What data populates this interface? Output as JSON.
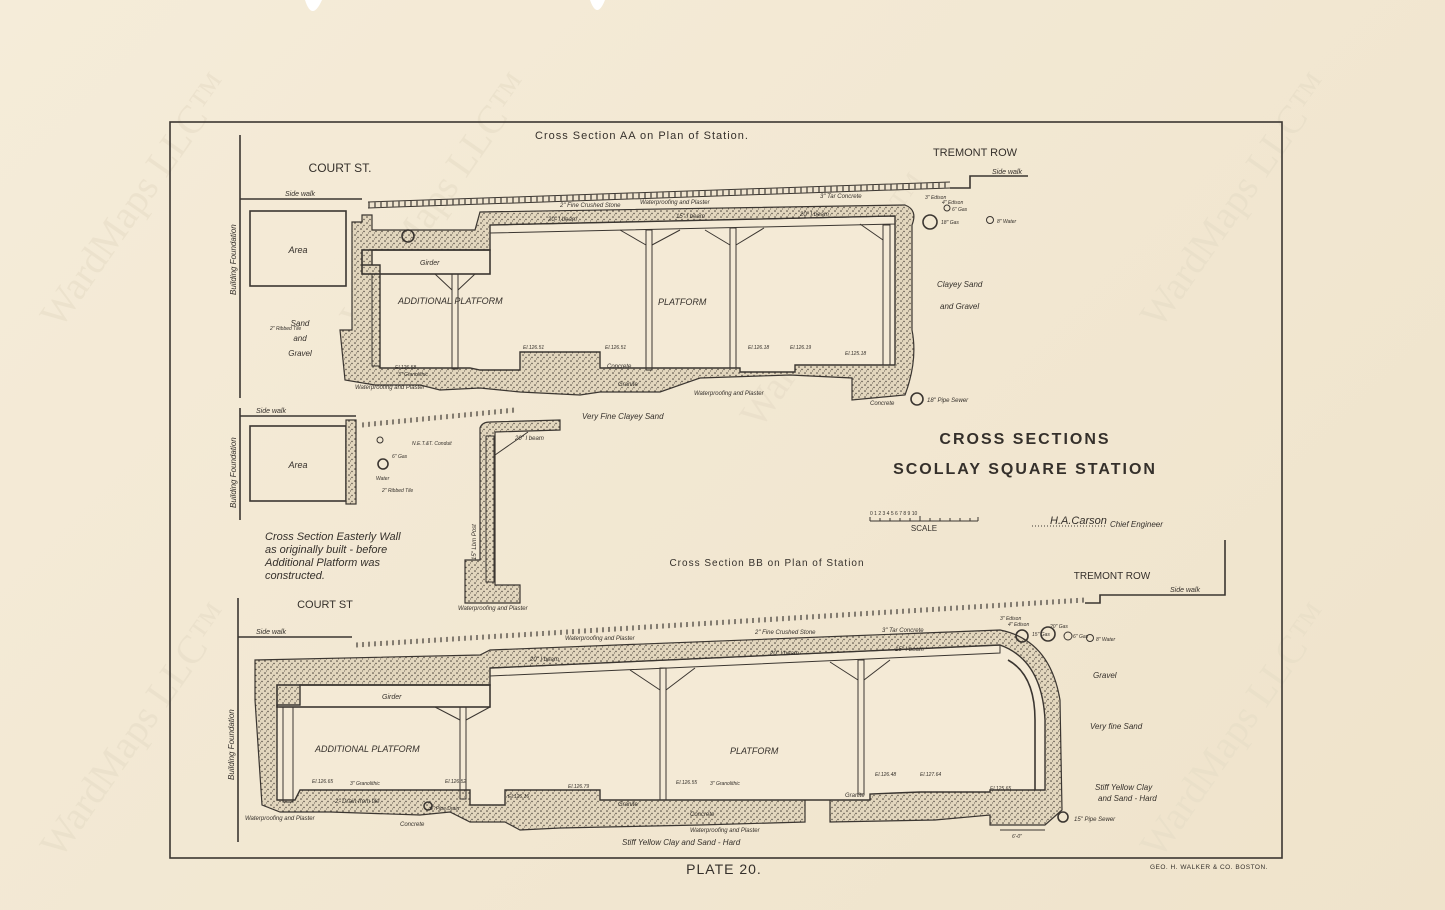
{
  "plate": {
    "title_line1": "CROSS SECTIONS",
    "title_line2": "SCOLLAY SQUARE STATION",
    "plate_number": "PLATE 20.",
    "publisher": "GEO. H. WALKER & CO. BOSTON.",
    "watermark": "WardMaps LLC™",
    "scale_label": "SCALE",
    "scale_ticks": "0 1 2 3 4 5 6 7 8 9 10",
    "signature": "H.A.Carson",
    "signature_title": "Chief Engineer"
  },
  "section_aa": {
    "heading": "Cross Section AA on Plan of Station.",
    "street_left": "COURT ST.",
    "street_right": "TREMONT ROW",
    "building_foundation": "Building Foundation",
    "area": "Area",
    "sidewalk": "Side walk",
    "soil_left": [
      "Sand",
      "and",
      "Gravel"
    ],
    "soil_right": [
      "Clayey Sand",
      "and Gravel"
    ],
    "soil_bottom": "Very Fine Clayey Sand",
    "additional_platform": "ADDITIONAL PLATFORM",
    "platform": "PLATFORM",
    "girder": "Girder",
    "beam_1": "20\" I beam",
    "beam_2": "15\" I beam",
    "beam_3": "20\" I beam",
    "fine_stone": "2\" Fine Crushed Stone",
    "waterproofing_top": "Waterproofing and Plaster",
    "tar_concrete": "3\" Tar Concrete",
    "waterproofing_left": "Waterproofing and Plaster",
    "waterproofing_bottom": "Waterproofing and Plaster",
    "granite": "Granite",
    "concrete": "Concrete",
    "granolithic": "3\" Granolithic",
    "ribbed_tile": "2\" Ribbed Tile",
    "elevations": [
      "El.126.58",
      "El.126.51",
      "El.126.51",
      "El.126.18",
      "El.126.19",
      "El.125.18"
    ],
    "utilities": [
      "3\" Edison",
      "4\" Edison",
      "6\" Gas",
      "18\" Gas",
      "8\" Water"
    ],
    "pipe_sewer": "18\" Pipe Sewer"
  },
  "easterly_wall": {
    "caption": [
      "Cross Section Easterly Wall",
      "as originally built - before",
      "Additional Platform was",
      "constructed."
    ],
    "area": "Area",
    "sidewalk": "Side walk",
    "building_foundation": "Building Foundation",
    "gas": "6\" Gas",
    "water": "Water",
    "beam": "20\" I beam",
    "ribbed_tile": "2\" Ribbed Tile",
    "post": "15\" Lbm Post",
    "waterproofing": "Waterproofing and Plaster",
    "conduit": "N.E.T.&T. Conduit"
  },
  "section_bb": {
    "heading": "Cross Section BB on Plan of Station",
    "street_left": "COURT ST",
    "street_right": "TREMONT ROW",
    "sidewalk_left": "Side walk",
    "sidewalk_right": "Side walk",
    "building_foundation": "Building Foundation",
    "additional_platform": "ADDITIONAL PLATFORM",
    "platform": "PLATFORM",
    "girder": "Girder",
    "beam_1": "20\" I beam",
    "beam_2": "20\" I beam",
    "beam_3": "15\" I beam",
    "waterproofing_top": "Waterproofing and Plaster",
    "fine_stone": "2\" Fine Crushed Stone",
    "tar_concrete": "3\" Tar Concrete",
    "concrete": "Concrete",
    "granite": "Granite",
    "granolithic": "3\" Granolithic",
    "soil_right": [
      "Gravel",
      "Very fine Sand",
      "Stiff Yellow Clay",
      "and Sand - Hard"
    ],
    "soil_bottom": "Stiff Yellow Clay and Sand - Hard",
    "waterproofing_bottom": "Waterproofing and Plaster",
    "waterproofing_left": "Waterproofing and Plaster",
    "drain": "2\" Drain from tile",
    "pipe_drain": "6\" Pipe Drain",
    "elevations": [
      "El.126.65",
      "El.126.52",
      "El.126.16",
      "El.126.79",
      "El.126.55",
      "El.126.48",
      "El.127.64",
      "El.125.65"
    ],
    "utilities": [
      "3\" Edison",
      "4\" Edison",
      "15\" Gas",
      "20\" Gas",
      "6\" Gas",
      "8\" Water"
    ],
    "pipe_sewer": "15\" Pipe Sewer",
    "dimension": "6'-0\""
  }
}
